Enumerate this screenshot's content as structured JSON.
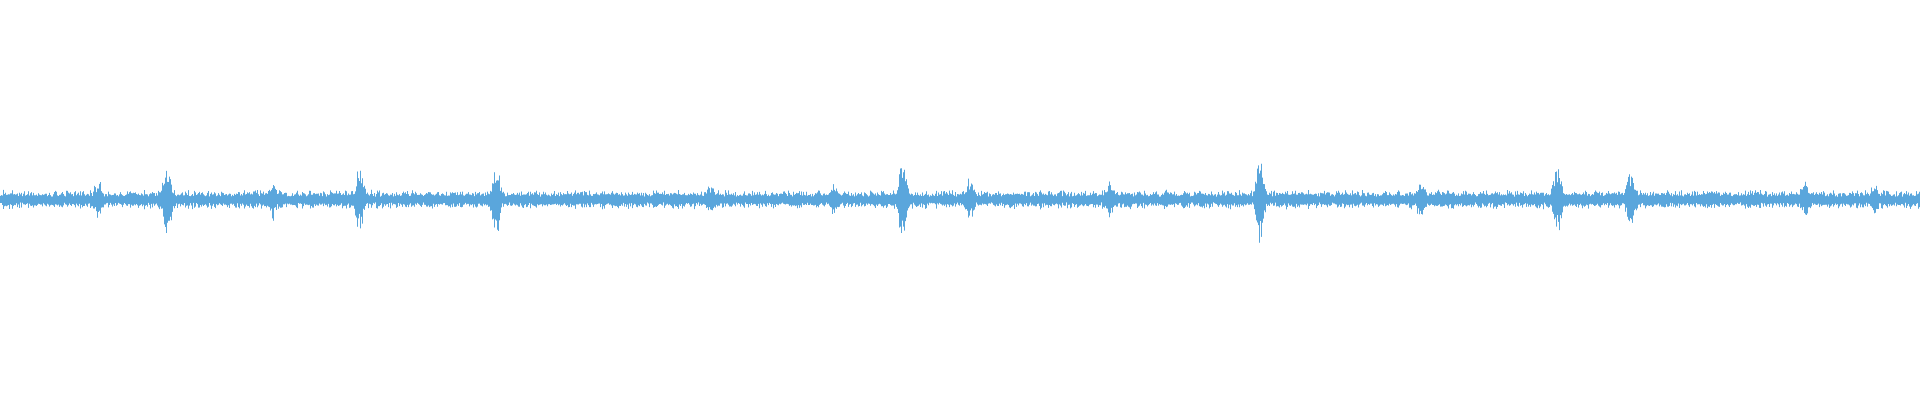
{
  "waveform": {
    "color": "#5aa6dc",
    "background": "#ffffff",
    "noise_amplitude": 0.05,
    "peaks": [
      {
        "position": 0.051,
        "amplitude": 0.12
      },
      {
        "position": 0.087,
        "amplitude": 0.2
      },
      {
        "position": 0.142,
        "amplitude": 0.11
      },
      {
        "position": 0.187,
        "amplitude": 0.2
      },
      {
        "position": 0.258,
        "amplitude": 0.22
      },
      {
        "position": 0.37,
        "amplitude": 0.09
      },
      {
        "position": 0.434,
        "amplitude": 0.1
      },
      {
        "position": 0.47,
        "amplitude": 0.26
      },
      {
        "position": 0.505,
        "amplitude": 0.12
      },
      {
        "position": 0.578,
        "amplitude": 0.12
      },
      {
        "position": 0.656,
        "amplitude": 0.24
      },
      {
        "position": 0.74,
        "amplitude": 0.12
      },
      {
        "position": 0.811,
        "amplitude": 0.2
      },
      {
        "position": 0.849,
        "amplitude": 0.2
      },
      {
        "position": 0.94,
        "amplitude": 0.12
      },
      {
        "position": 0.976,
        "amplitude": 0.1
      }
    ]
  }
}
